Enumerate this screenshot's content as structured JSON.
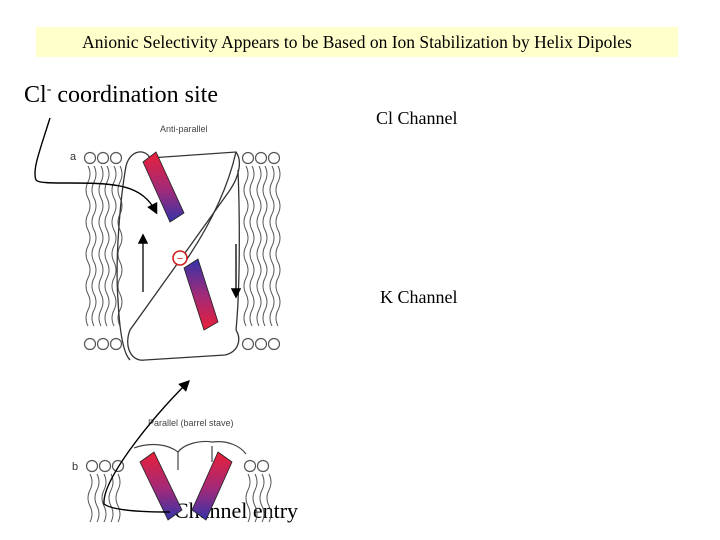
{
  "title": "Anionic Selectivity Appears to be Based on Ion Stabilization by Helix Dipoles",
  "labels": {
    "cl_coordination_prefix": "Cl",
    "cl_coordination_sup": "-",
    "cl_coordination_suffix": " coordination site",
    "cl_channel": "Cl Channel",
    "k_channel": "K Channel",
    "channel_entry": "Channel entry"
  },
  "figure": {
    "panel_a_letter": "a",
    "panel_a_caption": "Anti-parallel",
    "panel_b_letter": "b",
    "panel_b_caption": "Parallel (barrel stave)",
    "ion_symbol": "−"
  },
  "colors": {
    "title_background": "#ffffcc",
    "helix_red": "#e0203c",
    "helix_blue": "#3a3aa8",
    "ion_ring": "#d02020"
  }
}
